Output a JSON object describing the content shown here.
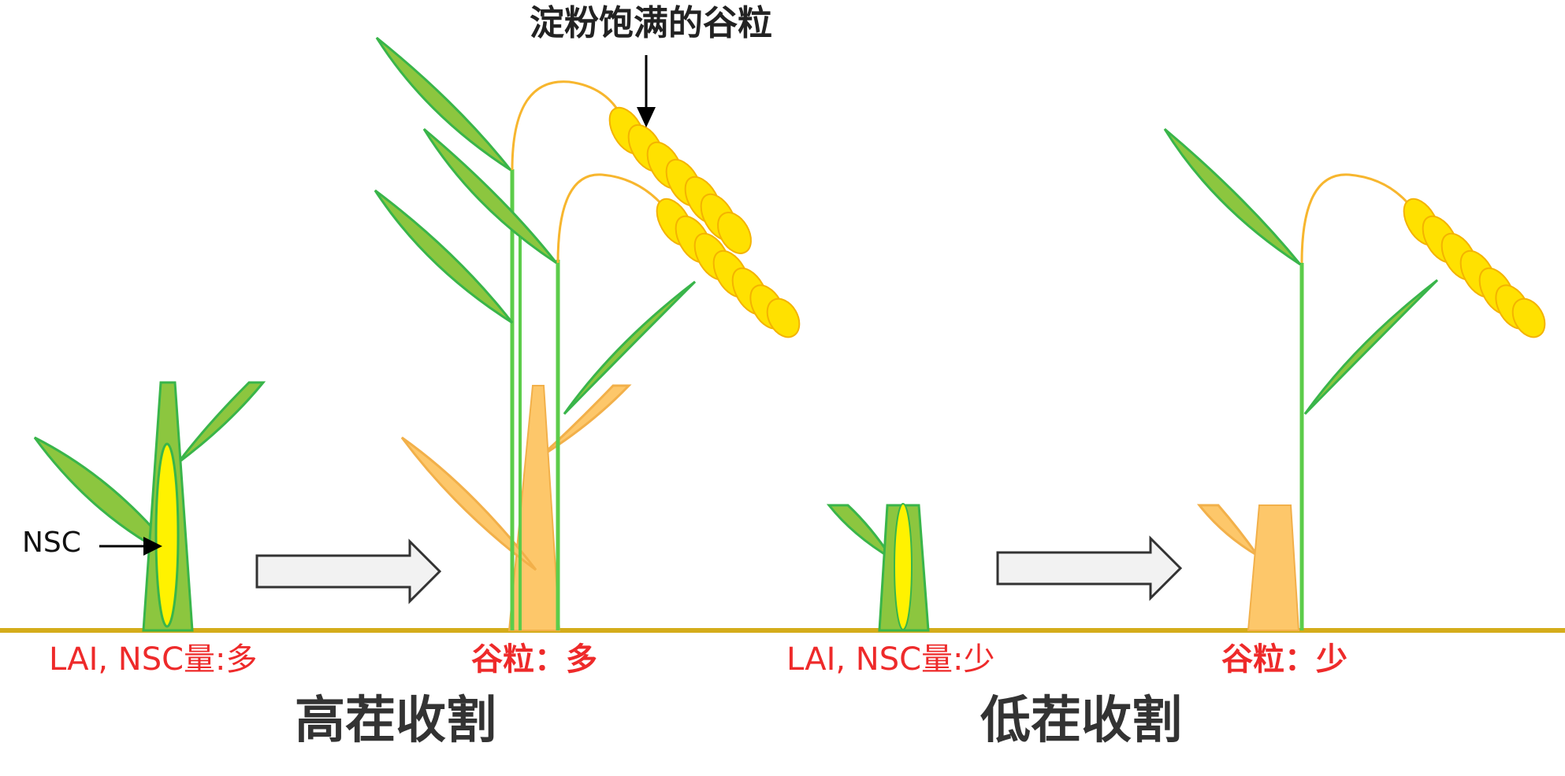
{
  "labels": {
    "filled_grain": "淀粉饱满的谷粒",
    "nsc": "NSC",
    "high_left": "LAI, NSC量:多",
    "high_right": "谷粒：多",
    "low_left": "LAI, NSC量:少",
    "low_right": "谷粒：少",
    "high_title": "高茬收割",
    "low_title": "低茬收割"
  },
  "colors": {
    "leaf_fill": "#8cc63f",
    "leaf_stroke": "#39b54a",
    "stem": "#5ccc4a",
    "stubble": "#fdc76a",
    "stubble_stroke": "#f2b04a",
    "grain_fill": "#ffe100",
    "grain_stroke": "#f4b300",
    "panicle_stalk": "#f7b62e",
    "nsc_fill": "#fff200",
    "ground": "#d4ac1a",
    "arrow_fill": "#f2f2f2",
    "arrow_stroke": "#333333",
    "label_red": "#ee2a2a",
    "title_dark": "#333333"
  },
  "icons": [
    "block-arrow-right-icon",
    "pointer-arrow-icon"
  ]
}
